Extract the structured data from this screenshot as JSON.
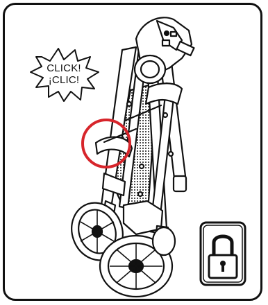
{
  "callout": {
    "line1": "CLICK!",
    "line2": "¡CLIC!"
  },
  "icons": {
    "lock": "lock-icon",
    "highlight": "red-circle-highlight"
  },
  "colors": {
    "outline": "#111111",
    "highlight": "#d7252b",
    "background": "#ffffff"
  }
}
